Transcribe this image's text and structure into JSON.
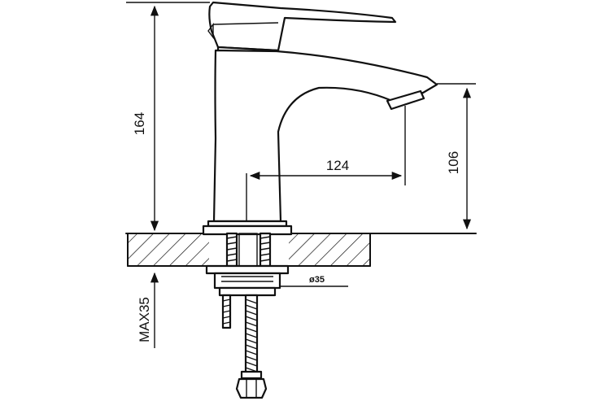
{
  "dimensions": {
    "total_height": "164",
    "spout_reach": "124",
    "spout_height": "106",
    "max_counter_thickness": "MAX35",
    "mounting_hole_diameter": "ø35"
  }
}
